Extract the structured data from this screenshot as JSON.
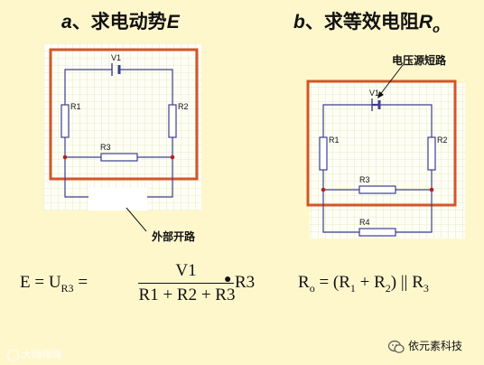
{
  "titles": {
    "left_prefix": "a",
    "left_text": "、求电动势",
    "left_var": "E",
    "right_prefix": "b",
    "right_text": "、求等效电阻",
    "right_var": "R",
    "right_sub": "o"
  },
  "left_circuit": {
    "source": "V1",
    "resistors": [
      "R1",
      "R2",
      "R3"
    ],
    "annotation": "外部开路"
  },
  "right_circuit": {
    "source": "V1",
    "resistors": [
      "R1",
      "R2",
      "R3",
      "R4"
    ],
    "annotation": "电压源短路"
  },
  "formula_left": {
    "lhs": "E = U",
    "lhs_sub": "R3",
    "eq": " =",
    "numerator": "V1",
    "denominator": "R1 + R2 + R3",
    "dot": "●",
    "rhs": "R3"
  },
  "formula_right": {
    "r": "R",
    "r_sub": "o",
    "eq": " = (R",
    "s1": "1",
    "plus": " + R",
    "s2": "2",
    "par": ") || R",
    "s3": "3"
  },
  "watermarks": {
    "left": "大嗨嗨嗨",
    "right": "依元素科技"
  },
  "colors": {
    "background": "#fff7cc",
    "frame": "#d2552b",
    "wire": "#3d3f8f",
    "node": "#b22222",
    "grid": "#d9e8b8"
  }
}
